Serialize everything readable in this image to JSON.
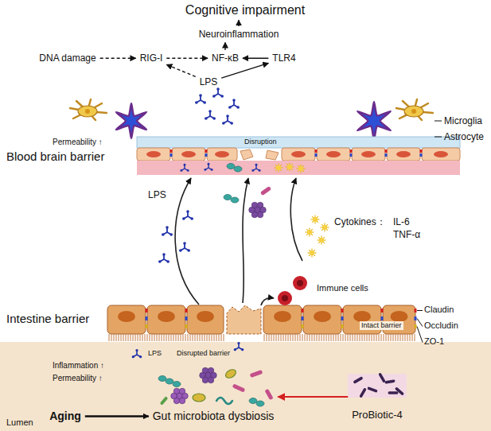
{
  "diagram": {
    "nodes": [
      {
        "text": [
          "Cognitive impairment"
        ]
      },
      {
        "text": [
          "Neuroinflammation"
        ]
      },
      {
        "text": [
          "DNA damage"
        ]
      },
      {
        "text": [
          "RIG-I"
        ]
      },
      {
        "text": [
          "NF-κB"
        ]
      },
      {
        "text": [
          "TLR4"
        ]
      },
      {
        "text": [
          "LPS"
        ]
      },
      {
        "text": [
          "Aging"
        ]
      },
      {
        "text": [
          "Gut microbiota dysbiosis"
        ]
      },
      {
        "text": [
          "ProBiotic-4"
        ]
      }
    ],
    "edges": [
      {
        "from": 1,
        "to": 0,
        "arrow": "to"
      },
      {
        "from": 2,
        "to": 3,
        "arrow": "to"
      },
      {
        "from": 3,
        "to": 4,
        "arrow": "to"
      },
      {
        "from": 5,
        "to": 4,
        "arrow": "to"
      },
      {
        "from": 4,
        "to": 1,
        "arrow": "to"
      },
      {
        "from": 6,
        "to": 3,
        "arrow": "to"
      },
      {
        "from": 6,
        "to": 5,
        "arrow": "to"
      },
      {
        "from": 7,
        "to": 8,
        "arrow": "to"
      },
      {
        "from": 9,
        "to": 8,
        "arrow": "to"
      }
    ],
    "labels": [
      "Microglia",
      "Astrocyte",
      "Permeability ↑",
      "Blood brain barrier",
      "Disruption",
      "LPS",
      "Cytokines：",
      "IL-6",
      "TNF-α",
      "Immune cells",
      "Intestine barrier",
      "Claudin",
      "Occludin",
      "ZO-1",
      "Intact barrier",
      "Disrupted barrier",
      "LPS",
      "Inflammation ↑",
      "Permeability ↑",
      "Lumen"
    ]
  }
}
